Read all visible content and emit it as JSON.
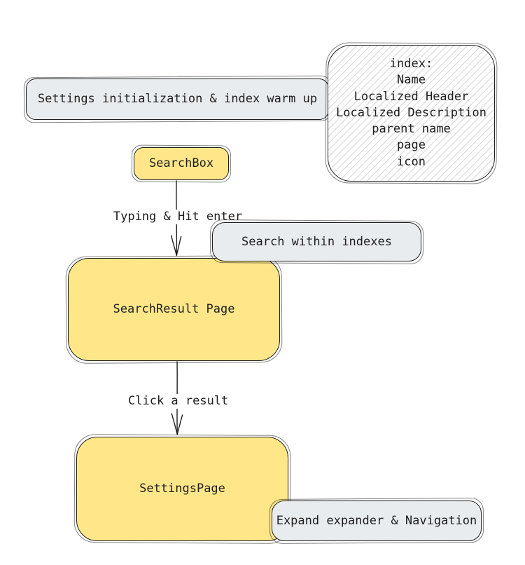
{
  "canvas": {
    "background": "#ffffff"
  },
  "colors": {
    "yellow_fill": "#ffe789",
    "gray_fill": "#e9ecef",
    "stroke": "#1e1e1e",
    "text": "#1e1e1e",
    "hatch_line": "#e0e0e0",
    "canvas_bg": "#ffffff"
  },
  "nodes": {
    "warmup": {
      "label": "Settings initialization & index warm up",
      "fill": "gray"
    },
    "index_note": {
      "fill": "hachure",
      "lines": [
        "index:",
        "Name",
        "Localized Header",
        "Localized Description",
        "parent name",
        "page",
        "icon"
      ]
    },
    "searchbox": {
      "label": "SearchBox",
      "fill": "yellow"
    },
    "search_within": {
      "label": "Search within indexes",
      "fill": "gray"
    },
    "searchresult": {
      "label": "SearchResult Page",
      "fill": "yellow"
    },
    "settingspage": {
      "label": "SettingsPage",
      "fill": "yellow"
    },
    "expand": {
      "label": "Expand expander & Navigation",
      "fill": "gray"
    }
  },
  "arrows": {
    "typing": {
      "label": "Typing & Hit enter",
      "from": "searchbox",
      "to": "searchresult"
    },
    "click": {
      "label": "Click a result",
      "from": "searchresult",
      "to": "settingspage"
    }
  }
}
